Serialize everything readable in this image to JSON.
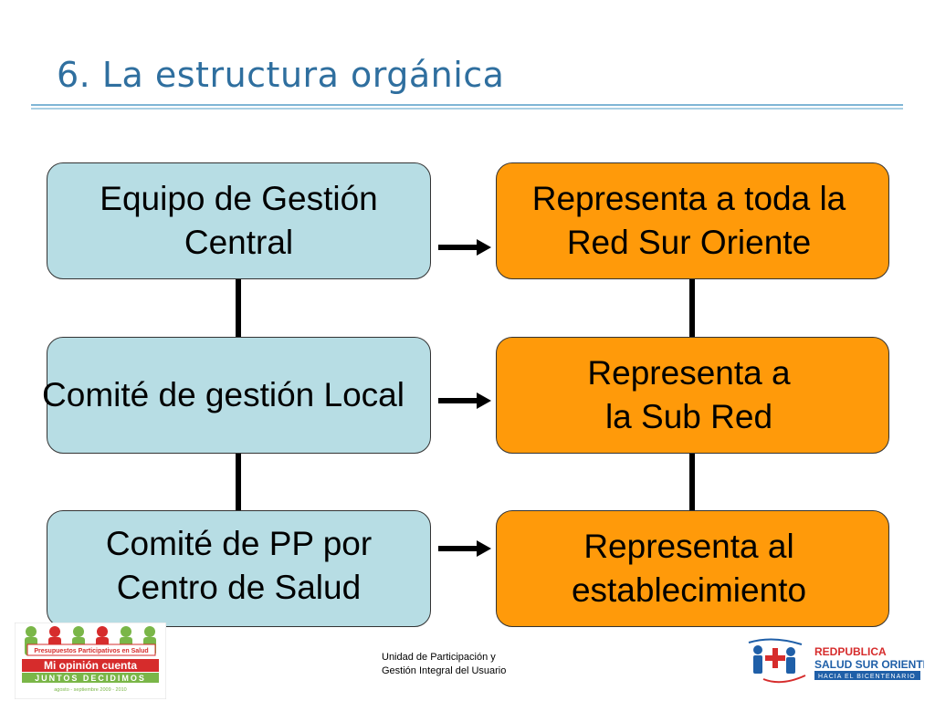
{
  "slide": {
    "title": "6. La estructura orgánica"
  },
  "left_boxes": [
    {
      "label": "Equipo de Gestión\nCentral"
    },
    {
      "label": "Comité de gestión Local"
    },
    {
      "label": "Comité de PP por\nCentro de Salud"
    }
  ],
  "right_boxes": [
    {
      "label": "Representa a toda la\nRed Sur Oriente"
    },
    {
      "label": "Representa a\nla Sub Red"
    },
    {
      "label": "Representa al\nestablecimiento"
    }
  ],
  "footer": {
    "text": "Unidad de Participación y\nGestión Integral del Usuario"
  },
  "logo_left": {
    "banner": "Presupuestos Participativos en Salud",
    "line1": "Mi opinión cuenta",
    "line2": "JUNTOS DECIDIMOS",
    "dates": "agosto - septiembre 2009 - 2010"
  },
  "logo_right": {
    "line1": "REDPUBLICA",
    "line2": "SALUD SUR ORIENTE",
    "line3": "HACIA EL BICENTENARIO"
  },
  "colors": {
    "title": "#2f6f9f",
    "box_blue": "#b7dde4",
    "box_orange": "#ff9a0a",
    "logo_green": "#7ab648",
    "logo_red": "#d62c2c",
    "logo_blue": "#1f5fa8"
  }
}
